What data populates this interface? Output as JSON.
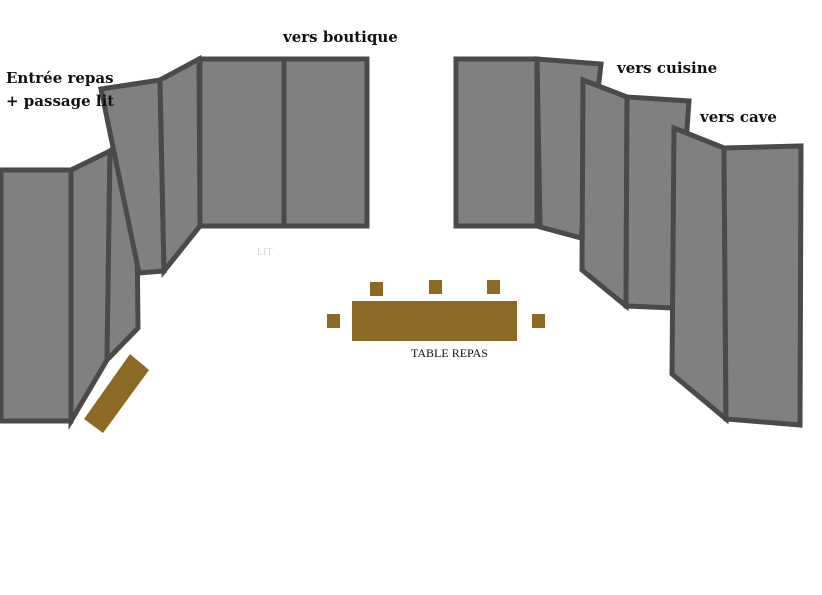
{
  "labels": {
    "entree_line1": "Entrée repas",
    "entree_line2": "+ passage lit",
    "boutique": "vers boutique",
    "cuisine": "vers cuisine",
    "cave": "vers cave",
    "lit": "LIT",
    "table": "TABLE REPAS"
  },
  "colors": {
    "panel_fill": "#808080",
    "panel_stroke": "#4a4a4a",
    "furniture": "#8d6a24",
    "background": "#ffffff"
  }
}
